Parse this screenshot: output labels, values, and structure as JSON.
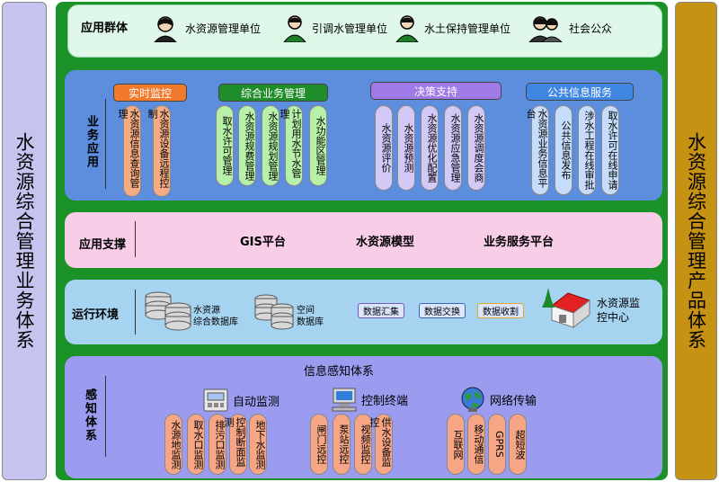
{
  "left_side": "水资源综合管理业务体系",
  "right_side": "水资源综合管理产品体系",
  "users": {
    "title": "应用群体",
    "items": [
      "水资源管理单位",
      "引调水管理单位",
      "水土保持管理单位",
      "社会公众"
    ]
  },
  "business": {
    "title": "业务应用",
    "groups": [
      {
        "header": "实时监控",
        "items": [
          "水资源信息查询管理",
          "水资源设备远程控制"
        ]
      },
      {
        "header": "综合业务管理",
        "items": [
          "取水许可管理",
          "水资源规费管理",
          "水资源规划管理",
          "计划用水节水管理",
          "水功能区管理"
        ]
      },
      {
        "header": "决策支持",
        "items": [
          "水资源评价",
          "水资源预测",
          "水资源优化配置",
          "水资源应急管理",
          "水资源调度会商"
        ]
      },
      {
        "header": "公共信息服务",
        "items": [
          "水资源业务信息平台",
          "公共信息发布",
          "涉水工程在线审批",
          "取水许可在线申请"
        ]
      }
    ]
  },
  "support": {
    "title": "应用支撑",
    "items": [
      "GIS平台",
      "水资源模型",
      "业务服务平台"
    ]
  },
  "runtime": {
    "title": "运行环境",
    "db1": "水资源\n综合数据库",
    "db2": "空间\n数据库",
    "tags": [
      "数据汇集",
      "数据交换",
      "数据收割"
    ],
    "center": "水资源监\n控中心"
  },
  "sensing": {
    "title": "信息感知体系",
    "side_title": "感知体系",
    "groups": [
      {
        "header": "自动监测",
        "items": [
          "水源地监测",
          "取水口监测",
          "排污口监测",
          "控制断面监测",
          "地下水监测"
        ]
      },
      {
        "header": "控制终端",
        "items": [
          "闸门远控",
          "泵站远控",
          "视频监控",
          "供水设备监控"
        ]
      },
      {
        "header": "网络传输",
        "items": [
          "互联网",
          "移动通信",
          "GPRS",
          "超短波"
        ]
      }
    ]
  }
}
